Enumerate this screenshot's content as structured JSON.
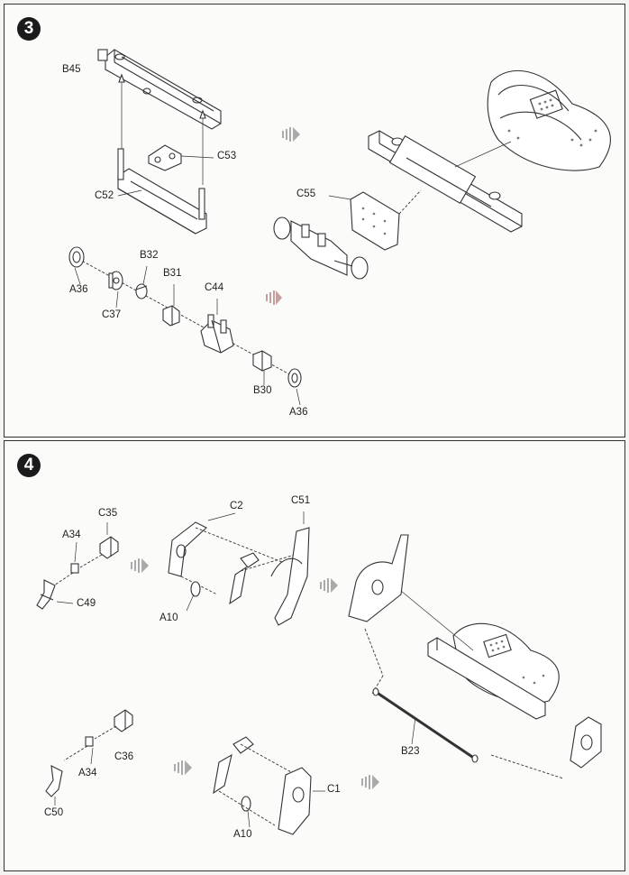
{
  "step3": {
    "number": "3",
    "labels": {
      "b45": "B45",
      "c53": "C53",
      "c52": "C52",
      "c55": "C55",
      "b32": "B32",
      "b31": "B31",
      "c44": "C44",
      "a36_left": "A36",
      "c37": "C37",
      "b30": "B30",
      "a36_right": "A36"
    }
  },
  "step4": {
    "number": "4",
    "labels": {
      "c35": "C35",
      "a34_top": "A34",
      "c49": "C49",
      "c2": "C2",
      "c51": "C51",
      "a10_top": "A10",
      "b23": "B23",
      "c36": "C36",
      "a34_bottom": "A34",
      "c50": "C50",
      "c1": "C1",
      "a10_bottom": "A10"
    }
  },
  "icons": [
    "direction-arrow-icon",
    "direction-arrow-icon",
    "direction-arrow-icon",
    "direction-arrow-icon",
    "direction-arrow-icon"
  ]
}
